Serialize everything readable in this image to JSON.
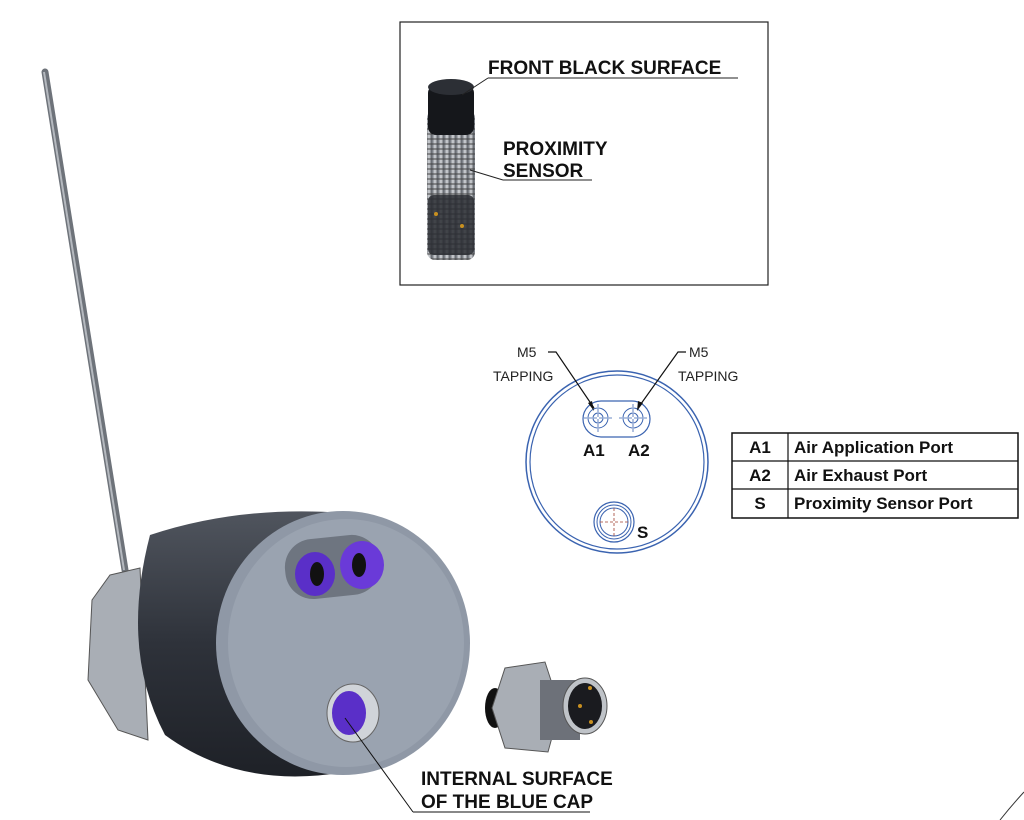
{
  "inset": {
    "front_label": "FRONT BLACK SURFACE",
    "sensor_label_line1": "PROXIMITY",
    "sensor_label_line2": "SENSOR"
  },
  "port_diagram": {
    "left_thread": "M5",
    "left_thread_type": "TAPPING",
    "right_thread": "M5",
    "right_thread_type": "TAPPING",
    "port_a1": "A1",
    "port_a2": "A2",
    "port_s": "S"
  },
  "legend_table": {
    "rows": [
      {
        "code": "A1",
        "description": "Air Application Port"
      },
      {
        "code": "A2",
        "description": "Air Exhaust Port"
      },
      {
        "code": "S",
        "description": "Proximity Sensor Port"
      }
    ]
  },
  "assembly": {
    "cap_label_line1": "INTERNAL SURFACE",
    "cap_label_line2": "OF THE BLUE CAP"
  },
  "colors": {
    "drawing_blue": "#3a63b0",
    "cap_purple": "#5a2fc8",
    "body_dark": "#3a3f48",
    "face_grey": "#9aa3b0"
  }
}
